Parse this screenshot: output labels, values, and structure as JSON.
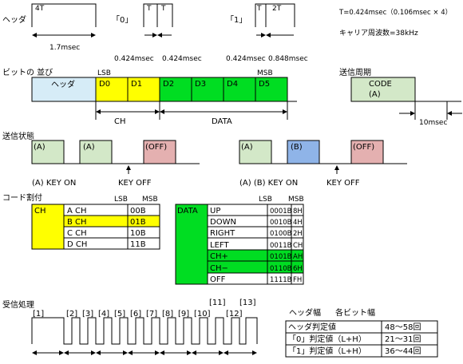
{
  "timing": {
    "header_label": "ヘッダ",
    "header_4t": "4T",
    "header_len": "1.7msec",
    "zero_label": "「0」",
    "one_label": "「1」",
    "t": "T",
    "t2": "2T",
    "t_dur1": "0.424msec",
    "t_dur2": "0.424msec",
    "t_dur3": "0.424msec",
    "t_dur4": "0.848msec",
    "formula": "T=0.424msec（0.106msec × 4）",
    "carrier": "キャリア周波数=38kHz"
  },
  "bits": {
    "title": "ビットの 並び",
    "lsb": "LSB",
    "msb": "MSB",
    "header": "ヘッダ",
    "cells": [
      "D0",
      "D1",
      "D2",
      "D3",
      "D4",
      "D5"
    ],
    "ch": "CH",
    "data": "DATA"
  },
  "period": {
    "title": "送信周期",
    "code": "CODE",
    "code_a": "(A)",
    "dur": "10msec"
  },
  "state": {
    "title": "送信状態",
    "row1_boxes": [
      "(A)",
      "(A)",
      "(OFF)"
    ],
    "row1_on": "(A) KEY ON",
    "row1_off": "KEY OFF",
    "row2_boxes": [
      "(A)",
      "(B)",
      "(OFF)"
    ],
    "row2_on": "(A) (B) KEY ON",
    "row2_off": "KEY OFF"
  },
  "codes": {
    "title": "コード割付",
    "lsb1": "LSB",
    "msb1": "MSB",
    "ch_label": "CH",
    "ch_rows": [
      {
        "name": "A CH",
        "val": "00B"
      },
      {
        "name": "B CH",
        "val": "01B"
      },
      {
        "name": "C CH",
        "val": "10B"
      },
      {
        "name": "D CH",
        "val": "11B"
      }
    ],
    "lsb2": "LSB",
    "msb2": "MSB",
    "data_label": "DATA",
    "data_rows": [
      {
        "name": "UP",
        "val": "0001B",
        "hex": "8H"
      },
      {
        "name": "DOWN",
        "val": "0010B",
        "hex": "4H"
      },
      {
        "name": "RIGHT",
        "val": "0100B",
        "hex": "2H"
      },
      {
        "name": "LEFT",
        "val": "0011B",
        "hex": "CH"
      },
      {
        "name": "CH+",
        "val": "0101B",
        "hex": "AH"
      },
      {
        "name": "CH−",
        "val": "0110B",
        "hex": "6H"
      },
      {
        "name": "OFF",
        "val": "1111B",
        "hex": "FH"
      }
    ]
  },
  "recv": {
    "title": "受信処理",
    "markers": [
      "[1]",
      "[2]",
      "[3]",
      "[4]",
      "[5]",
      "[6]",
      "[7]",
      "[8]",
      "[9]",
      "[10]",
      "[11]",
      "[12]",
      "[13]"
    ],
    "width_head": "ヘッダ幅",
    "width_bit": "各ビット幅",
    "table": [
      {
        "name": "ヘッダ判定値",
        "val": "48～58回"
      },
      {
        "name": "「0」判定値（L+H）",
        "val": "21～31回"
      },
      {
        "name": "「1」判定値（L+H）",
        "val": "36～44回"
      }
    ]
  },
  "colors": {
    "header_blue": "#d6ecf7",
    "yellow": "#ffff00",
    "green": "#00dd22",
    "code_green": "#d3e8c8",
    "off_pink": "#e4b0b0",
    "b_blue": "#8fb4e8"
  }
}
